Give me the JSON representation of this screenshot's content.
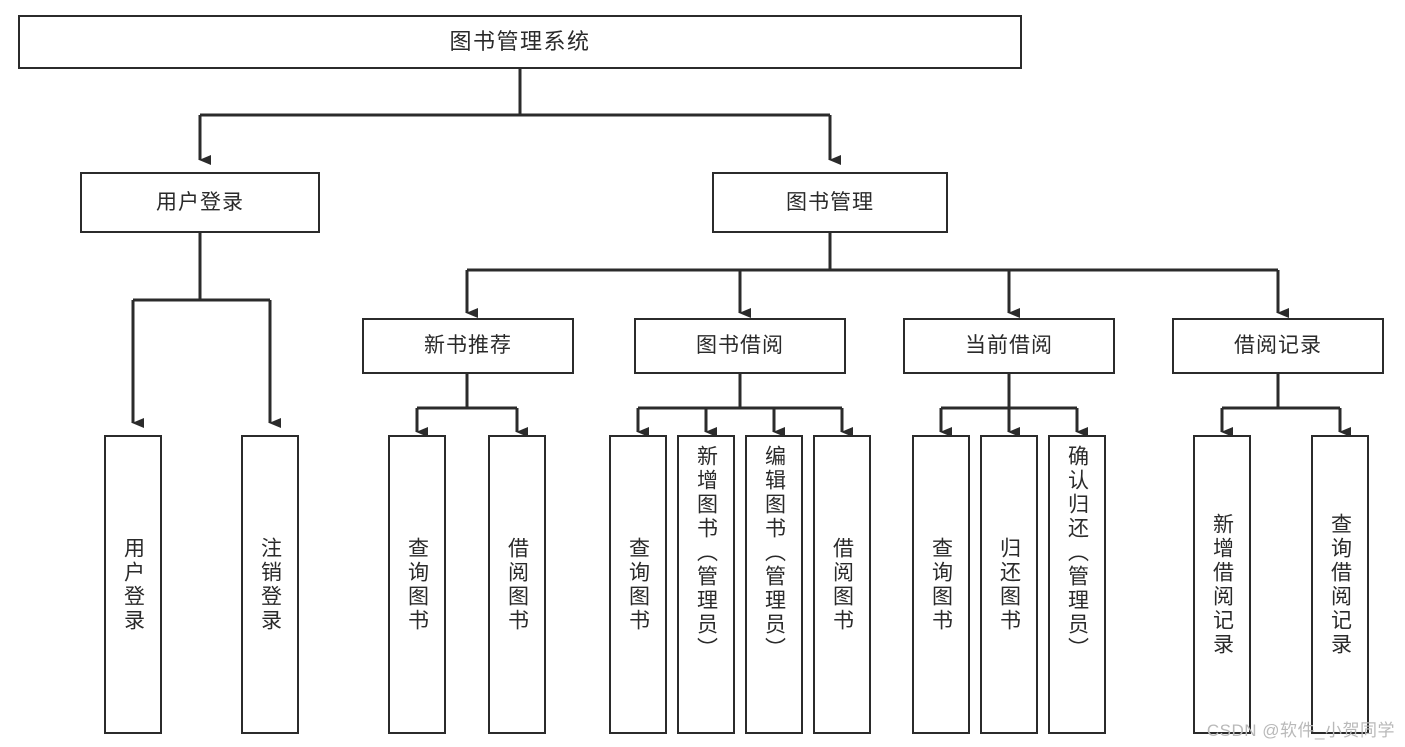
{
  "diagram": {
    "title": "图书管理系统",
    "type": "tree-hierarchy-diagram",
    "colors": {
      "background": "#ffffff",
      "node_fill": "#ffffff",
      "node_border": "#2b2b2b",
      "connector": "#2b2b2b",
      "text": "#2a2a2a",
      "watermark": "#b9b9b9"
    },
    "root": {
      "label": "图书管理系统"
    },
    "level2": [
      {
        "label": "用户登录"
      },
      {
        "label": "图书管理"
      }
    ],
    "level3": [
      {
        "label": "新书推荐"
      },
      {
        "label": "图书借阅"
      },
      {
        "label": "当前借阅"
      },
      {
        "label": "借阅记录"
      }
    ],
    "leaves": {
      "user_login": [
        {
          "label": "用户登录"
        },
        {
          "label": "注销登录"
        }
      ],
      "new_book_recommend": [
        {
          "label": "查询图书"
        },
        {
          "label": "借阅图书"
        }
      ],
      "book_borrow": [
        {
          "label": "查询图书"
        },
        {
          "label": "新增图书（管理员）"
        },
        {
          "label": "编辑图书（管理员）"
        },
        {
          "label": "借阅图书"
        }
      ],
      "current_borrow": [
        {
          "label": "查询图书"
        },
        {
          "label": "归还图书"
        },
        {
          "label": "确认归还（管理员）"
        }
      ],
      "borrow_records": [
        {
          "label": "新增借阅记录"
        },
        {
          "label": "查询借阅记录"
        }
      ]
    },
    "watermark": "CSDN @软件_小贺同学"
  }
}
